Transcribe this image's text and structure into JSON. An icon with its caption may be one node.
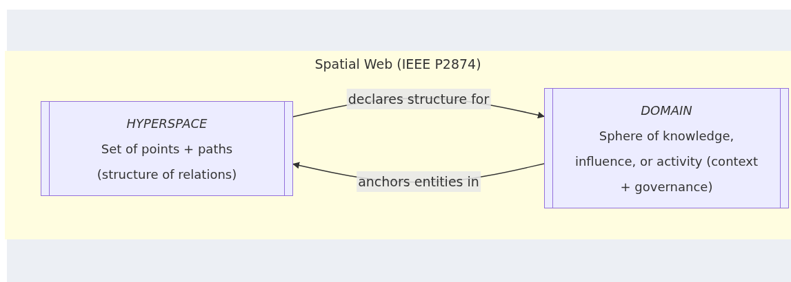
{
  "diagram": {
    "nodes": [
      {
        "text": [
          "Spatial Web (IEEE P2874)"
        ]
      },
      {
        "text": [
          "HYPERSPACE",
          "Set of points + paths (structure of relations)"
        ],
        "in": 0
      },
      {
        "text": [
          "DOMAIN",
          "Sphere of knowledge, influence, or activity (context + governance)"
        ],
        "in": 0
      }
    ],
    "edges": [
      {
        "from": 1,
        "to": 2,
        "arrow": "to",
        "label": "declares structure for"
      },
      {
        "from": 2,
        "to": 1,
        "arrow": "to",
        "label": "anchors entities in"
      }
    ]
  }
}
